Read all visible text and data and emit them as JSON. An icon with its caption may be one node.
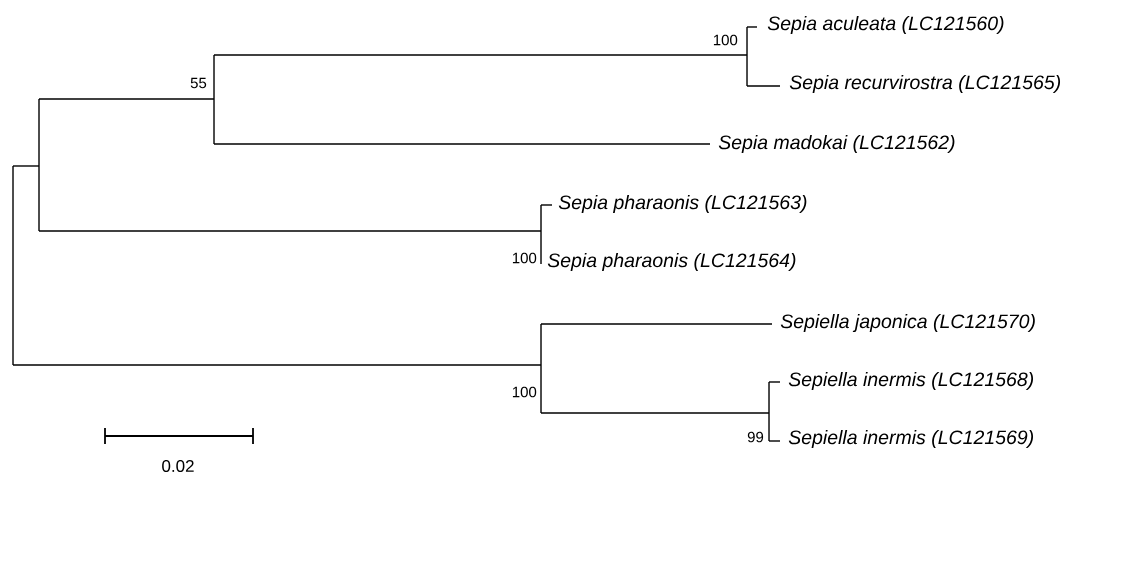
{
  "diagram": {
    "labels": [
      "100",
      "Sepia aculeata (LC121560)",
      "Sepia recurvirostra (LC121565)",
      "55",
      "Sepia madokai (LC121562)",
      "Sepia pharaonis (LC121563)",
      "100",
      "Sepia pharaonis (LC121564)",
      "Sepiella japonica (LC121570)",
      "100",
      "Sepiella inermis (LC121568)",
      "99",
      "Sepiella inermis (LC121569)",
      "0.02"
    ]
  }
}
